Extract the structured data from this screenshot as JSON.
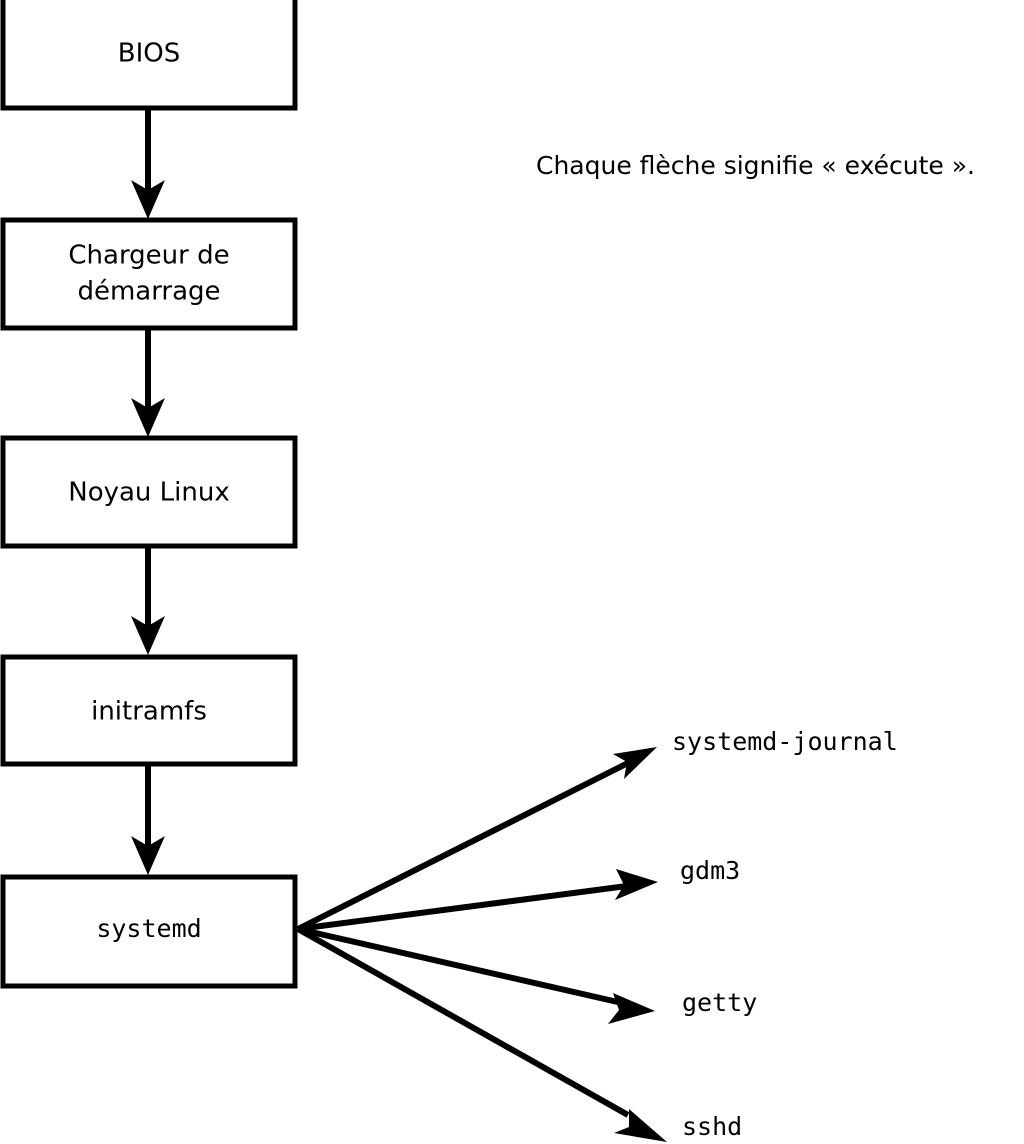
{
  "diagram": {
    "title_text": "Chaque flèche signifie « exécute ».",
    "colors": {
      "stroke": "#000000",
      "fill": "#ffffff",
      "background": "#ffffff"
    },
    "chain_nodes": [
      {
        "id": "bios",
        "label": "BIOS",
        "mono": false
      },
      {
        "id": "bootloader",
        "label_line1": "Chargeur de",
        "label_line2": "démarrage",
        "mono": false
      },
      {
        "id": "kernel",
        "label": "Noyau Linux",
        "mono": false
      },
      {
        "id": "initramfs",
        "label": "initramfs",
        "mono": false
      },
      {
        "id": "systemd",
        "label": "systemd",
        "mono": true
      }
    ],
    "services": [
      {
        "id": "systemd-journal",
        "label": "systemd-journal"
      },
      {
        "id": "gdm3",
        "label": "gdm3"
      },
      {
        "id": "getty",
        "label": "getty"
      },
      {
        "id": "sshd",
        "label": "sshd"
      }
    ],
    "edges": [
      {
        "from": "BIOS",
        "to": "Chargeur de démarrage"
      },
      {
        "from": "Chargeur de démarrage",
        "to": "Noyau Linux"
      },
      {
        "from": "Noyau Linux",
        "to": "initramfs"
      },
      {
        "from": "initramfs",
        "to": "systemd"
      },
      {
        "from": "systemd",
        "to": "systemd-journal"
      },
      {
        "from": "systemd",
        "to": "gdm3"
      },
      {
        "from": "systemd",
        "to": "getty"
      },
      {
        "from": "systemd",
        "to": "sshd"
      }
    ],
    "edge_meaning": "exécute"
  }
}
